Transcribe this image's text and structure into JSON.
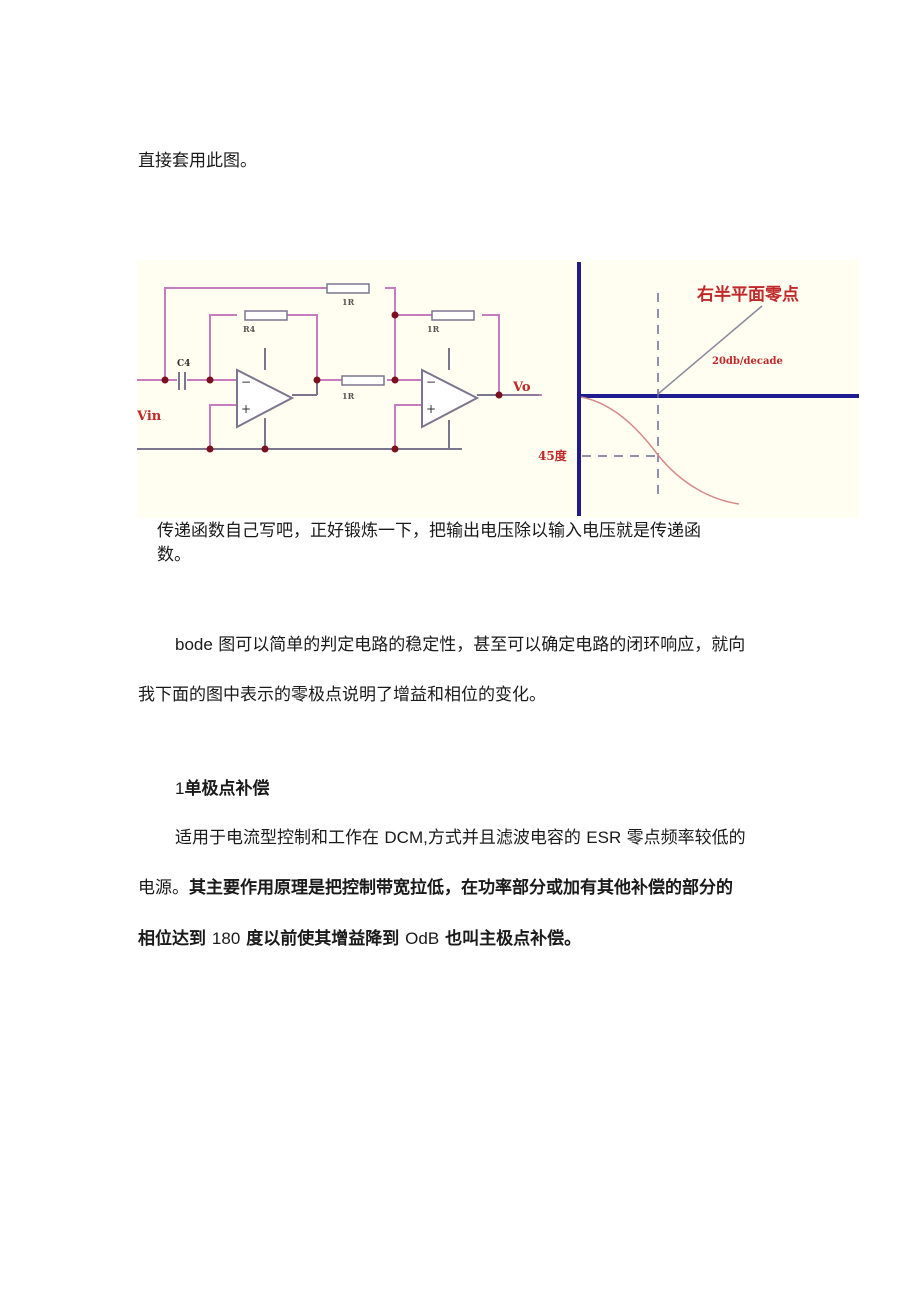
{
  "page": {
    "intro_line": "直接套用此图。",
    "figure": {
      "circuit": {
        "labels": {
          "capacitor": "C4",
          "resistor_feedback_1": "R4",
          "resistor_top": "1R",
          "resistor_feedback_2": "1R",
          "resistor_middle": "1R",
          "input": "Vin",
          "output": "Vo",
          "opamp_minus": "−",
          "opamp_plus": "+"
        }
      },
      "bode": {
        "title": "右半平面零点",
        "slope_label": "20db/decade",
        "phase_label": "45度"
      },
      "colors": {
        "background": "#fffef0",
        "wire_pink": "#c77cbf",
        "wire_gray": "#7a7690",
        "node": "#7a1020",
        "label_red": "#c0282a",
        "axis_blue": "#1f1c8f",
        "phase_curve": "#d58a8a"
      }
    },
    "caption_line1": "传递函数自己写吧，正好锻炼一下，把输出电压除以输入电压就是传递函",
    "caption_line2": "数。",
    "para1_line1_prefix": "bode",
    "para1_line1_rest": " 图可以简单的判定电路的稳定性，甚至可以确定电路的闭环响应，就向",
    "para1_line2": "我下面的图中表示的零极点说明了增益和相位的变化。",
    "heading_num": "1",
    "heading_text": "单极点补偿",
    "para2_line1_a": "适用于电流型控制和工作在 ",
    "para2_line1_b": "DCM,",
    "para2_line1_c": "方式并且滤波电容的 ",
    "para2_line1_d": "ESR",
    "para2_line1_e": " 零点频率较低的",
    "para2_line2_a": "电源。",
    "para2_line2_b": "其主要作用原理是把控制带宽拉低，在功率部分或加有其他补偿的部分的",
    "para2_line3_a": "相位达到 ",
    "para2_line3_b": "180",
    "para2_line3_c": " 度以前使其增益降到 ",
    "para2_line3_d": "OdB",
    "para2_line3_e": " 也叫主极点补偿。"
  }
}
